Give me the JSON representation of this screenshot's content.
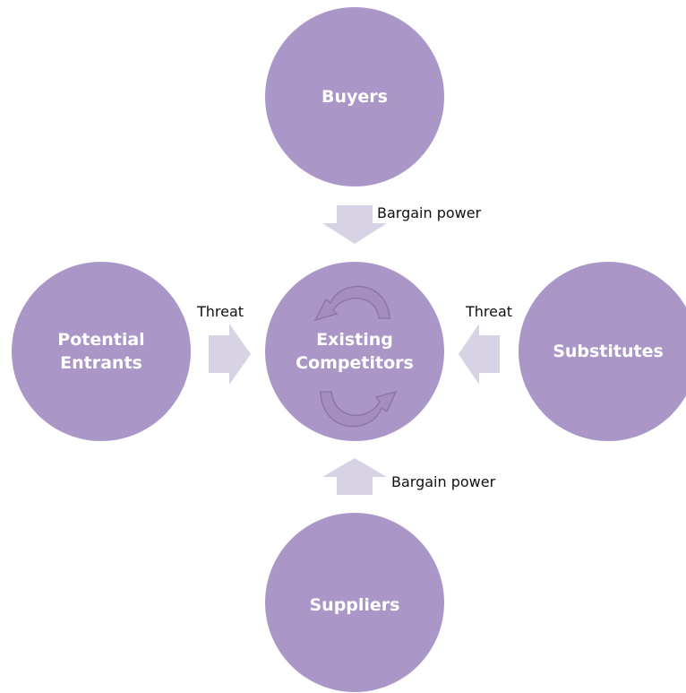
{
  "colors": {
    "node_fill": "#ab96c8",
    "arrow_fill": "#d8d2e5",
    "cycle_arrow_fill": "#a58dc0",
    "cycle_arrow_stroke": "#8d76ab",
    "label_text": "#ffffff",
    "edge_text": "#111111"
  },
  "nodes": {
    "buyers": "Buyers",
    "potential_entrants": "Potential\nEntrants",
    "existing_competitors": "Existing\nCompetitors",
    "substitutes": "Substitutes",
    "suppliers": "Suppliers"
  },
  "edges": {
    "buyers_label": "Bargain power",
    "entrants_label": "Threat",
    "substitutes_label": "Threat",
    "suppliers_label": "Bargain power"
  },
  "icons": {
    "cycle_top": "curved-arrow-counterclockwise-icon",
    "cycle_bottom": "curved-arrow-clockwise-icon"
  }
}
